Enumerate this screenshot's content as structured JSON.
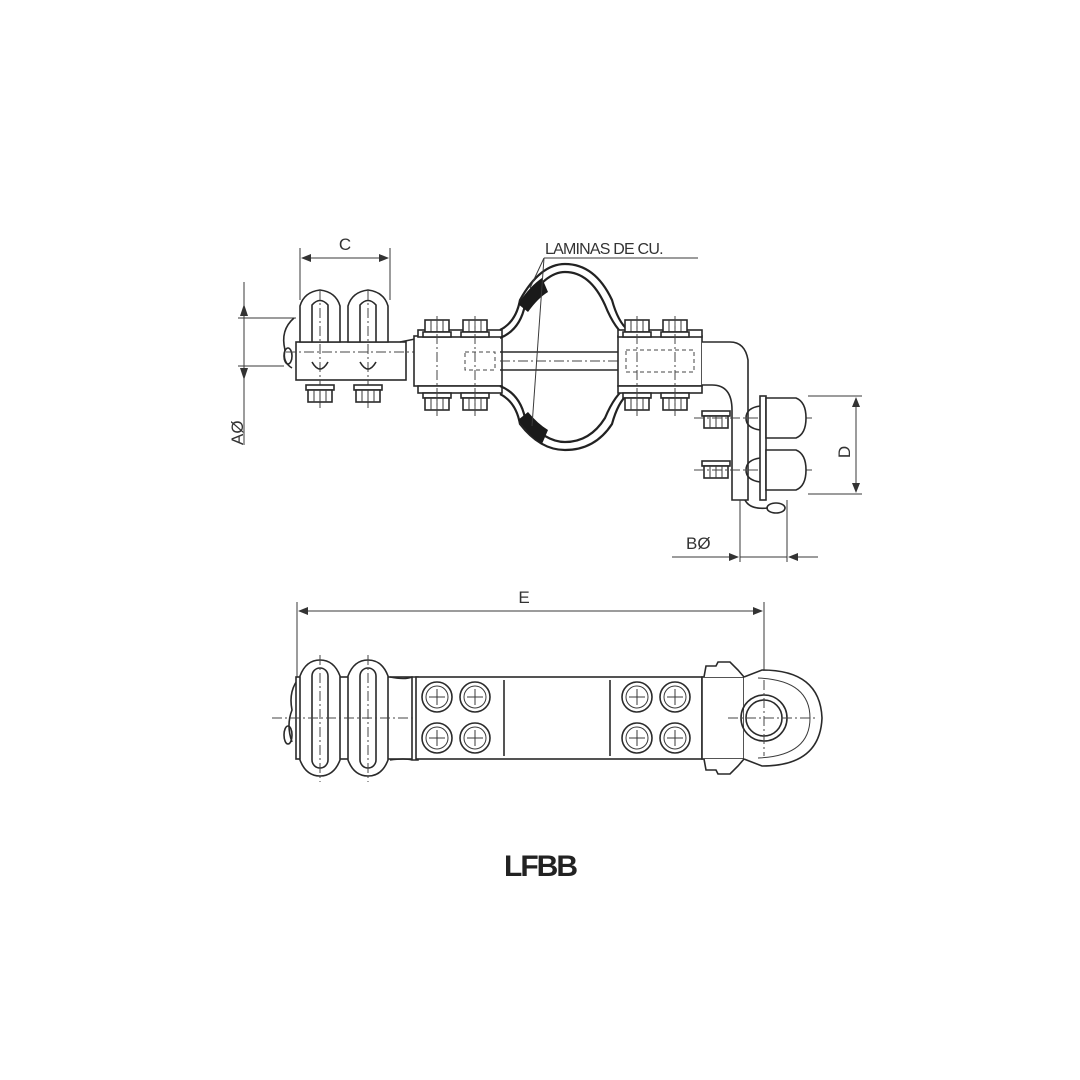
{
  "drawing": {
    "title": "LFBB",
    "callout": "LAMINAS DE CU.",
    "dimensions": {
      "a": "AØ",
      "b": "BØ",
      "c": "C",
      "d": "D",
      "e": "E"
    },
    "views": [
      "side-elevation",
      "top-plan"
    ],
    "colors": {
      "line": "#2a2a2a",
      "background": "#ffffff",
      "copper-band": "#1a1a1a"
    }
  }
}
